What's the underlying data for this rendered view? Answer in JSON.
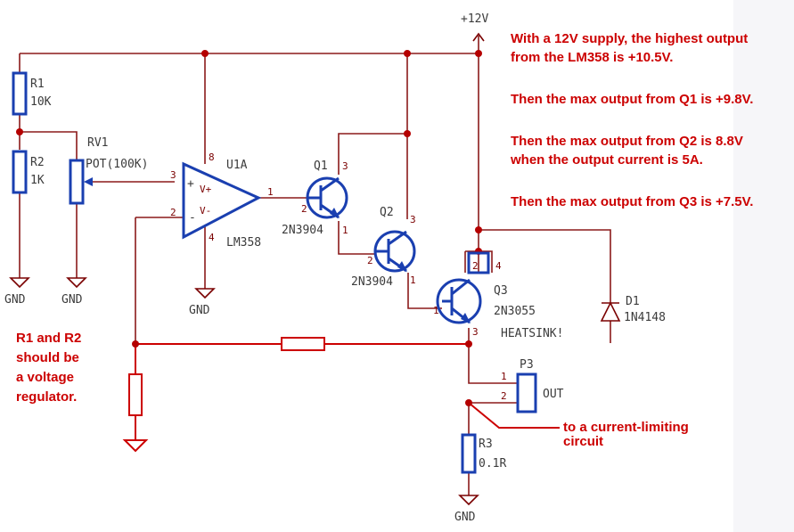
{
  "supply_label": "+12V",
  "components": {
    "r1": {
      "ref": "R1",
      "value": "10K"
    },
    "r2": {
      "ref": "R2",
      "value": "1K"
    },
    "rv1": {
      "ref": "RV1",
      "value": "POT(100K)"
    },
    "u1a": {
      "ref": "U1A",
      "value": "LM358",
      "pin3": "3",
      "pin2": "2",
      "pin1": "1",
      "pin8": "8",
      "pin4": "4",
      "plus": "+",
      "minus": "-",
      "vplus": "V+",
      "vminus": "V-"
    },
    "q1": {
      "ref": "Q1",
      "value": "2N3904",
      "pin1": "1",
      "pin2": "2",
      "pin3": "3"
    },
    "q2": {
      "ref": "Q2",
      "value": "2N3904",
      "pin1": "1",
      "pin2": "2",
      "pin3": "3"
    },
    "q3": {
      "ref": "Q3",
      "value": "2N3055",
      "pin1": "1",
      "pin2": "2",
      "pin3": "3",
      "pin4": "4",
      "note": "HEATSINK!"
    },
    "d1": {
      "ref": "D1",
      "value": "1N4148"
    },
    "p3": {
      "ref": "P3",
      "value": "OUT",
      "pin1": "1",
      "pin2": "2"
    },
    "r3": {
      "ref": "R3",
      "value": "0.1R"
    }
  },
  "gnd_label": "GND",
  "notes": {
    "n1_line1": "With a 12V supply, the highest output",
    "n1_line2": "from the LM358 is +10.5V.",
    "n2": "Then the max output from Q1 is +9.8V.",
    "n3_line1": "Then the max output from Q2 is 8.8V",
    "n3_line2": "when the output current is 5A.",
    "n4": "Then the max output from Q3 is +7.5V.",
    "left_line1": "R1 and R2",
    "left_line2": "should be",
    "left_line3": "a voltage",
    "left_line4": "regulator.",
    "cl_line1": "to a current-limiting",
    "cl_line2": "circuit"
  },
  "colors": {
    "wire": "#8b1a1a",
    "annotation": "#cc0000",
    "component_body": "#1a3fb0"
  }
}
